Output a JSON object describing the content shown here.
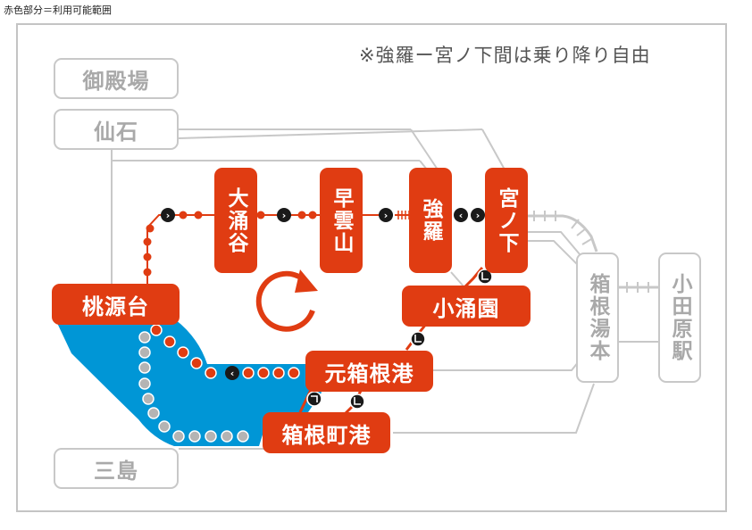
{
  "caption": "赤色部分＝利用可能範囲",
  "note": "※強羅ー宮ノ下間は乗り降り自由",
  "colors": {
    "red": "#e03c12",
    "blue": "#0096d6",
    "gray_line": "#c8c8c8",
    "gray_text": "#a9a9a9",
    "dark": "#1a1a1a"
  },
  "stations": {
    "gotemba": "御殿場",
    "sengoku": "仙石",
    "owakudani": "大涌谷",
    "sounzan": "早雲山",
    "gora": "強羅",
    "miyanoshita": "宮ノ下",
    "kowakien": "小涌園",
    "togendai": "桃源台",
    "motohakone": "元箱根港",
    "hakonemachi": "箱根町港",
    "mishima": "三島",
    "hakoneyumoto": "箱根湯本",
    "odawara": "小田原駅"
  },
  "icons": [
    "direction-arrow-icon",
    "bus-route-corner-icon",
    "loop-arrow-icon"
  ]
}
